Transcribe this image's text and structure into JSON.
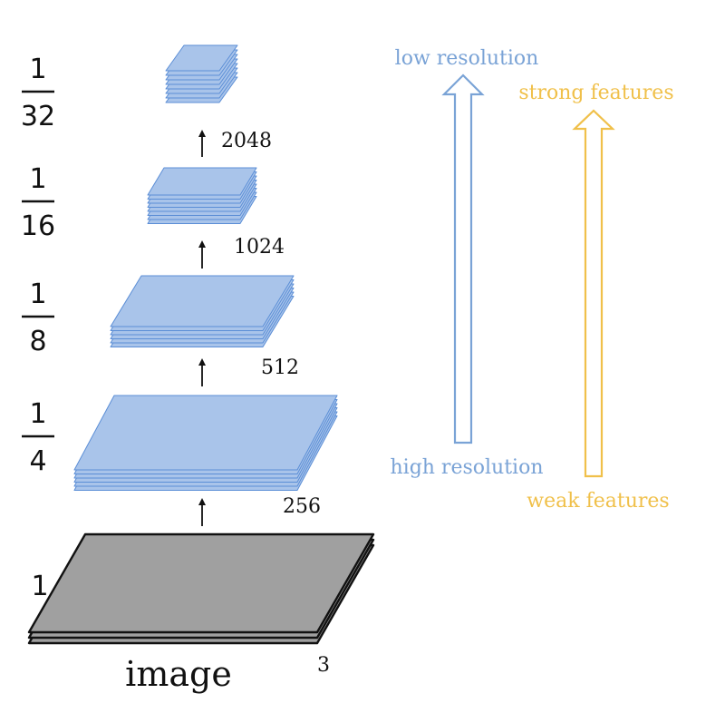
{
  "colors": {
    "feature_fill": "#a9c4ea",
    "feature_stroke": "#5b8ed6",
    "image_fill": "#a0a0a0",
    "image_stroke": "#111111",
    "resolution_color": "#7aa3d6",
    "features_color": "#f0c04a",
    "arrow_color": "#111111"
  },
  "pyramid": {
    "levels": [
      {
        "scale_num": "1",
        "scale_den": "32",
        "channels": "2048"
      },
      {
        "scale_num": "1",
        "scale_den": "16",
        "channels": "1024"
      },
      {
        "scale_num": "1",
        "scale_den": "8",
        "channels": "512"
      },
      {
        "scale_num": "1",
        "scale_den": "4",
        "channels": "256"
      }
    ],
    "image": {
      "scale": "1",
      "label": "image",
      "channels": "3"
    }
  },
  "resolution_axis": {
    "top_label": "low resolution",
    "bottom_label": "high resolution",
    "icon": "up-arrow-icon"
  },
  "features_axis": {
    "top_label": "strong features",
    "bottom_label": "weak features",
    "icon": "up-arrow-icon"
  }
}
